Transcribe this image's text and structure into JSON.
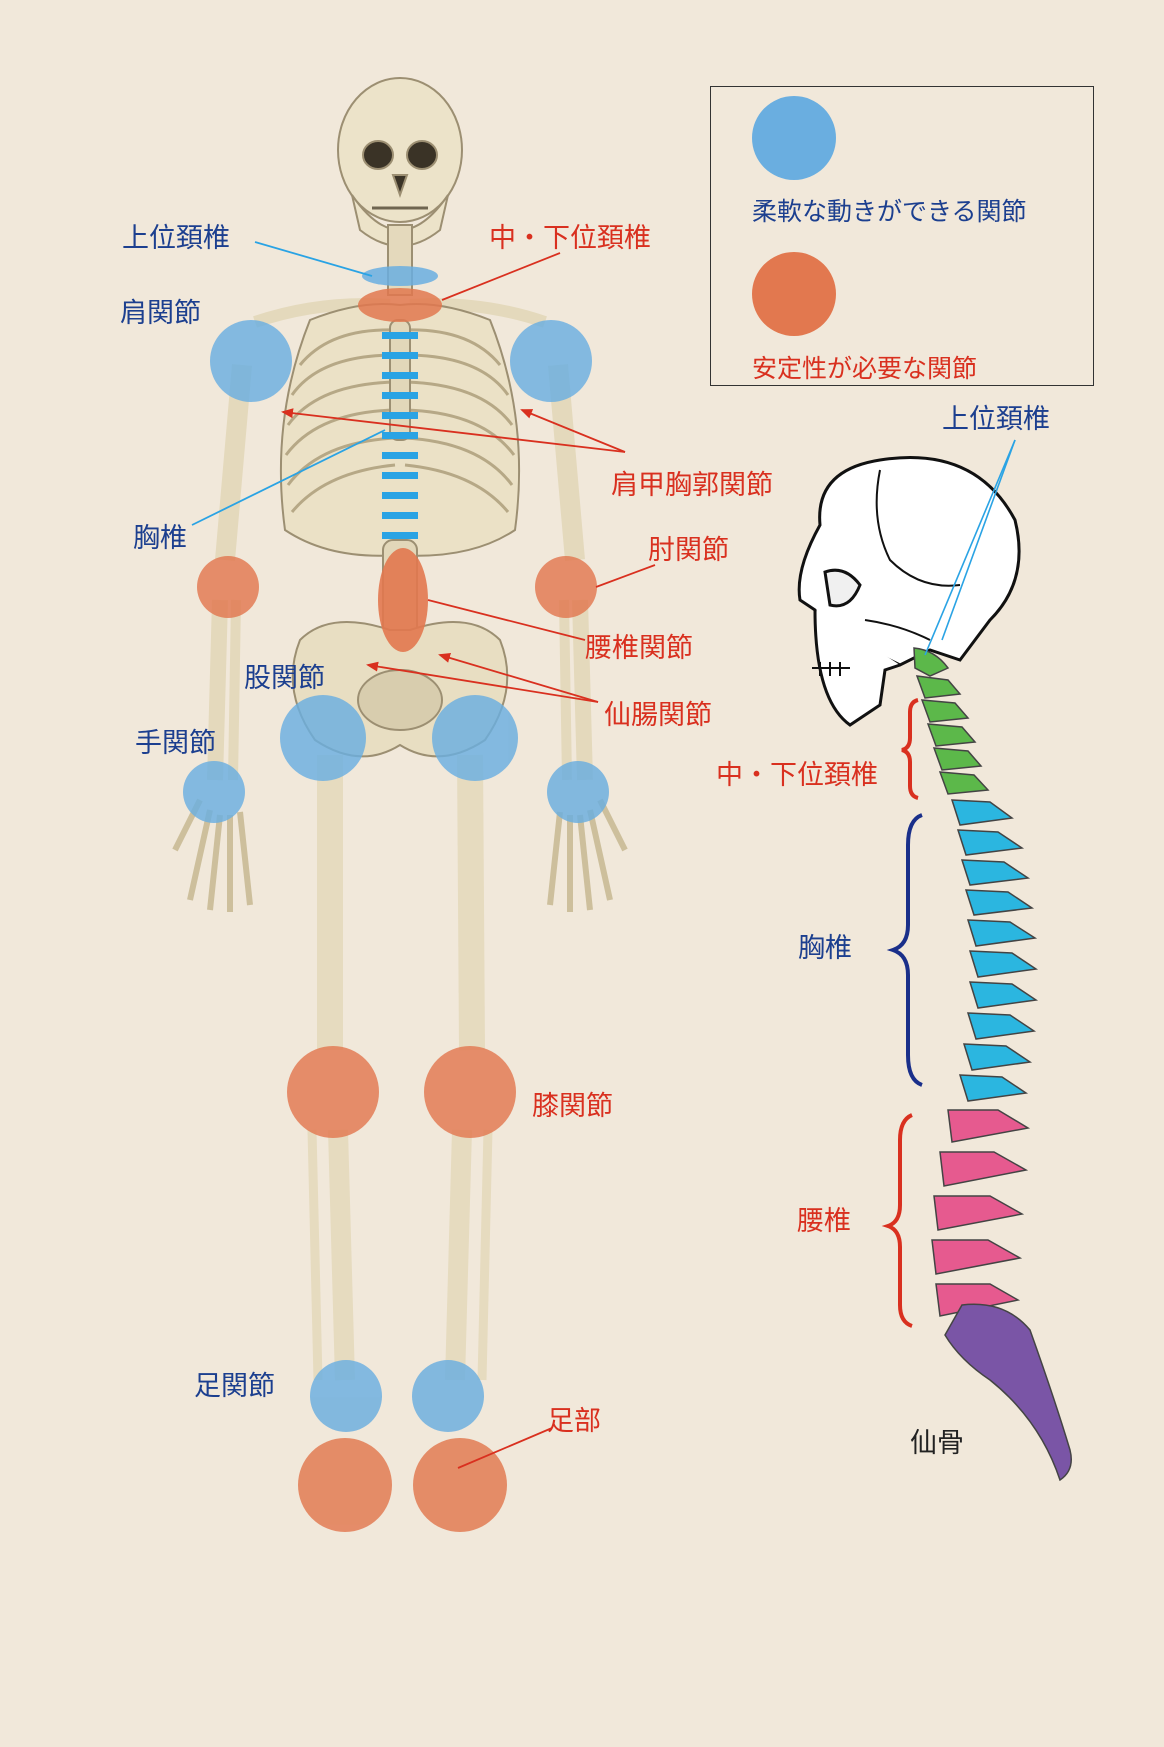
{
  "colors": {
    "background": "#f1e8da",
    "flexible": "#6aaee0",
    "stable": "#e2784f",
    "label_blue": "#1c3f8f",
    "label_red": "#d9301f",
    "cervical_green": "#5cb84a",
    "thoracic_cyan": "#2bb6e0",
    "lumbar_pink": "#e65a8f",
    "sacrum_purple": "#7a55a6",
    "thoracic_brace": "#1a2f8a",
    "lumbar_brace": "#d9301f"
  },
  "legend": {
    "flexible_label": "柔軟な動きができる関節",
    "stable_label": "安定性が必要な関節"
  },
  "front_labels": {
    "upper_cervical": "上位頚椎",
    "mid_lower_cervical": "中・下位頚椎",
    "shoulder": "肩関節",
    "scapulothoracic": "肩甲胸郭関節",
    "thoracic": "胸椎",
    "elbow": "肘関節",
    "lumbar_joint": "腰椎関節",
    "hip": "股関節",
    "sacroiliac": "仙腸関節",
    "wrist": "手関節",
    "knee": "膝関節",
    "ankle": "足関節",
    "foot": "足部"
  },
  "side_labels": {
    "upper_cervical": "上位頚椎",
    "mid_lower_cervical": "中・下位頚椎",
    "thoracic": "胸椎",
    "lumbar": "腰椎",
    "sacrum": "仙骨"
  }
}
